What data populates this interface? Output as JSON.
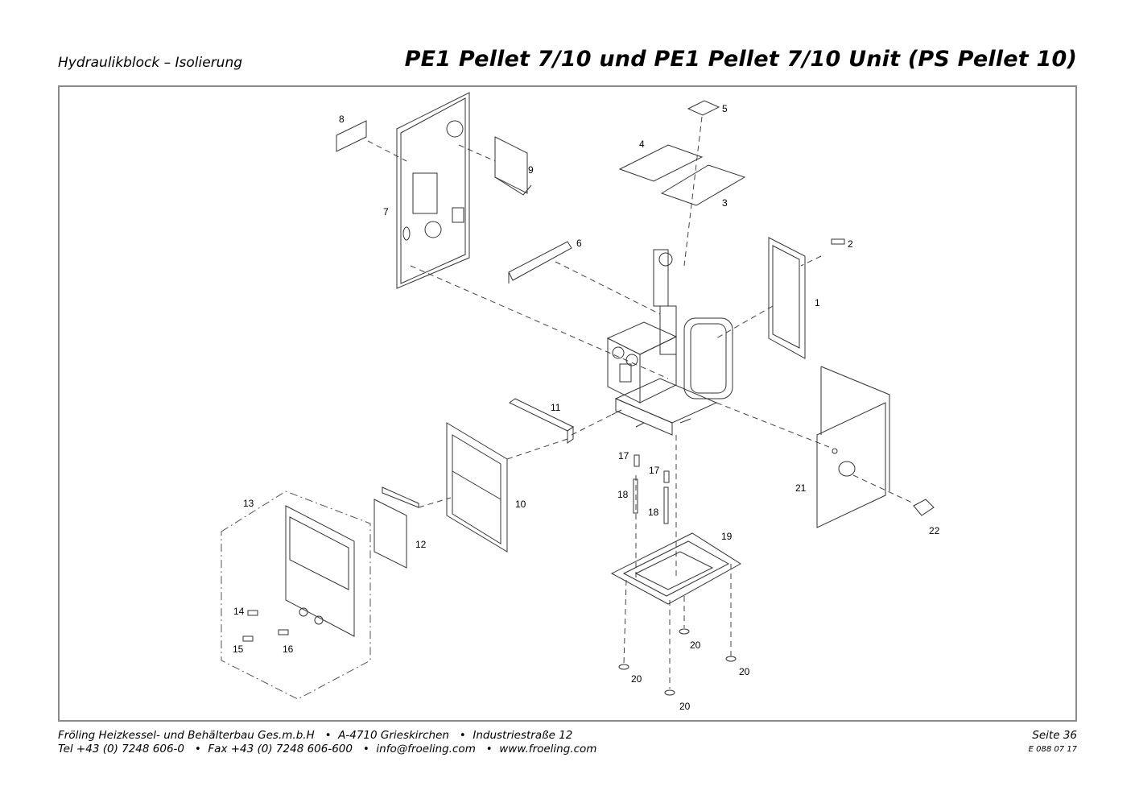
{
  "header": {
    "section": "Hydraulikblock – Isolierung",
    "title": "PE1 Pellet 7/10 und PE1 Pellet 7/10 Unit (PS Pellet 10)"
  },
  "footer": {
    "line1": "Fröling Heizkessel- und Behälterbau Ges.m.b.H   •  A-4710 Grieskirchen   •  Industriestraße 12",
    "line2": "Tel +43 (0) 7248 606-0   •  Fax +43 (0) 7248 606-600   •  info@froeling.com   •  www.froeling.com",
    "page": "Seite 36",
    "doc_no": "E 088 07 17"
  },
  "part_labels": [
    "1",
    "2",
    "3",
    "4",
    "5",
    "6",
    "7",
    "8",
    "9",
    "10",
    "11",
    "12",
    "13",
    "14",
    "15",
    "16",
    "17",
    "17",
    "18",
    "18",
    "19",
    "20",
    "20",
    "20",
    "20",
    "21",
    "22"
  ],
  "colors": {
    "frame": "#8a8a8a",
    "line": "#333333"
  }
}
